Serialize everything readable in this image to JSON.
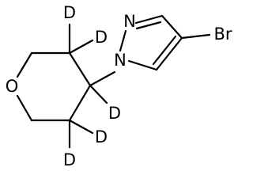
{
  "atoms": {
    "oxygen": "O",
    "pyrazole_n_top": "N",
    "pyrazole_n_attached": "N",
    "bromine": "Br",
    "deuterium_c3_upper": "D",
    "deuterium_c3_right": "D",
    "deuterium_c4": "D",
    "deuterium_c5_right": "D",
    "deuterium_c5_lower": "D"
  }
}
